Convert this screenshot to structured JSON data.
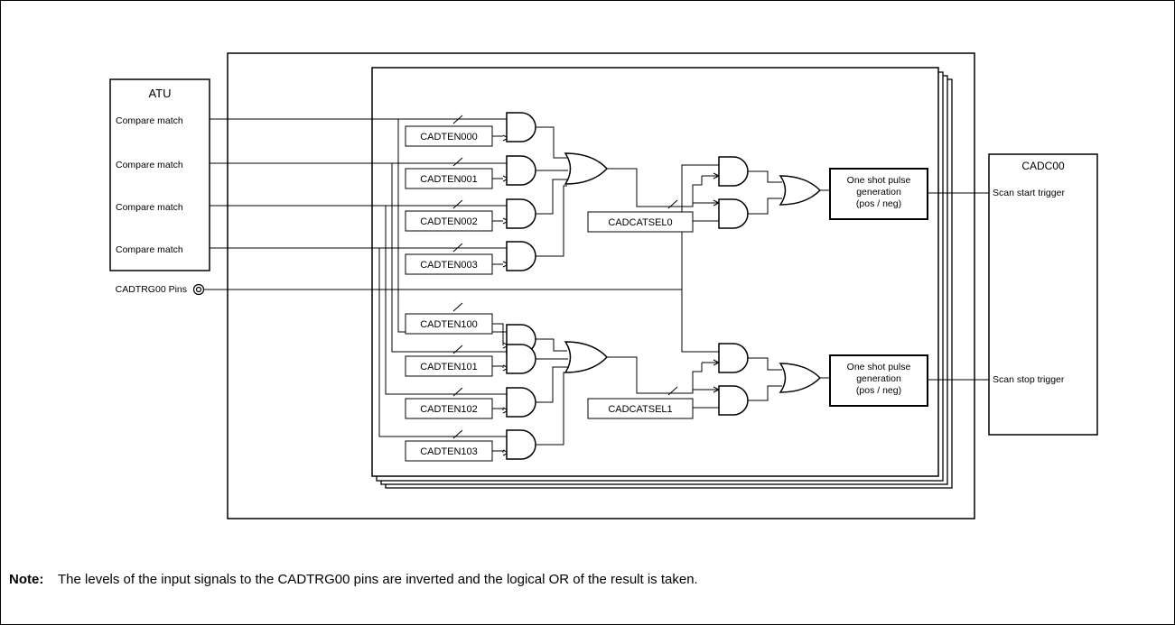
{
  "atu": {
    "title": "ATU",
    "signals": [
      "Compare match",
      "Compare match",
      "Compare match",
      "Compare match"
    ]
  },
  "pins_label": "CADTRG00 Pins",
  "enable_registers": [
    "CADTEN000",
    "CADTEN001",
    "CADTEN002",
    "CADTEN003",
    "CADTEN100",
    "CADTEN101",
    "CADTEN102",
    "CADTEN103"
  ],
  "select_registers": [
    "CADCATSEL0",
    "CADCATSEL1"
  ],
  "pulse_generators": [
    {
      "lines": [
        "One shot pulse",
        "generation",
        "(pos / neg)"
      ]
    },
    {
      "lines": [
        "One shot pulse",
        "generation",
        "(pos / neg)"
      ]
    }
  ],
  "cadc": {
    "title": "CADC00",
    "start_trigger": "Scan start trigger",
    "stop_trigger": "Scan stop trigger"
  },
  "note": {
    "label": "Note:",
    "text": "The levels of the input signals to the CADTRG00 pins are inverted and the logical OR of the result is taken."
  }
}
